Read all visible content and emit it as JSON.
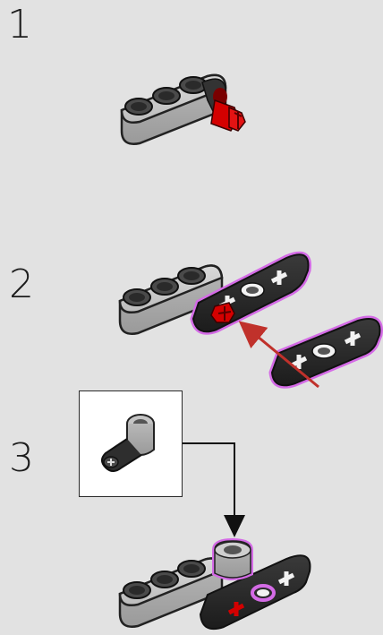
{
  "steps": [
    {
      "number": "1"
    },
    {
      "number": "2"
    },
    {
      "number": "3"
    }
  ],
  "colors": {
    "background": "#e2e2e2",
    "beam_light_gray": "#bcbcbc",
    "beam_dark": "#2b2b2b",
    "pin_red": "#d40000",
    "highlight_magenta": "#d46be6",
    "arrow_red": "#c0312b",
    "callout_border": "#2a2a2a"
  },
  "icons": {
    "part_liftarm_light": "liftarm-3-thick-light-gray",
    "part_axle_pin": "axle-pin-red",
    "part_liftarm_dark": "liftarm-3-thin-dark",
    "part_connector": "pin-connector-gray",
    "arrow": "insert-arrow"
  }
}
